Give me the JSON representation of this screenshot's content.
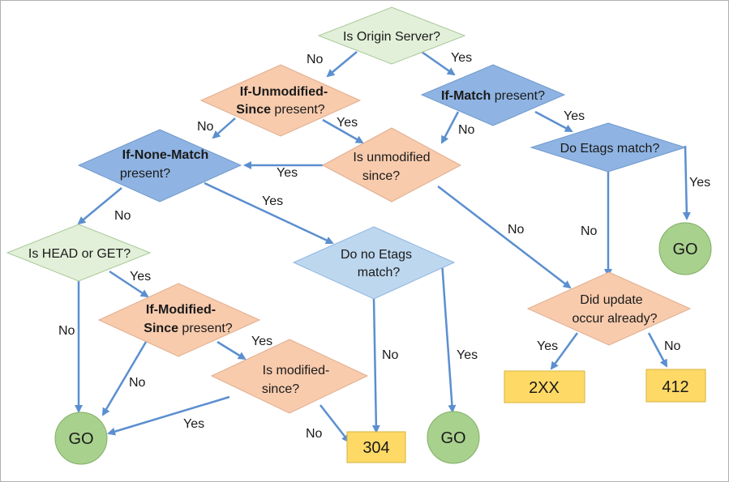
{
  "colors": {
    "green_diamond": "#e2f0d9",
    "blue_diamond": "#8fb4e3",
    "lightblue_diamond": "#bdd7ee",
    "orange_diamond": "#f8cbad",
    "go_circle": "#a9d18e",
    "result_box": "#ffd966",
    "arrow": "#5b8fcf"
  },
  "nodes": {
    "origin": {
      "line1": "Is Origin Server?"
    },
    "if_unmodified": {
      "bold1": "If-Unmodified-",
      "bold2": "Since",
      "rest2": " present?"
    },
    "if_match": {
      "bold1": "If-Match",
      "rest1": " present?"
    },
    "is_unmodified": {
      "line1": "Is unmodified",
      "line2": "since?"
    },
    "if_none_match": {
      "bold1": "If-None-Match",
      "line2": "present?"
    },
    "etags_match": {
      "line1": "Do Etags match?"
    },
    "head_get": {
      "line1": "Is HEAD or GET?"
    },
    "no_etags": {
      "line1": "Do no Etags",
      "line2": "match?"
    },
    "if_modified": {
      "bold1": "If-Modified-",
      "bold2": "Since",
      "rest2": " present?"
    },
    "did_update": {
      "line1": "Did update",
      "line2": "occur already?"
    },
    "is_modified": {
      "line1": "Is modified-",
      "line2": "since?"
    },
    "go_right": "GO",
    "go_left": "GO",
    "go_mid": "GO",
    "box_304": "304",
    "box_2xx": "2XX",
    "box_412": "412"
  },
  "edge_labels": {
    "origin_no": "No",
    "origin_yes": "Yes",
    "unmod_no": "No",
    "unmod_yes": "Yes",
    "ifmatch_no": "No",
    "ifmatch_yes": "Yes",
    "isunmod_yes": "Yes",
    "isunmod_no": "No",
    "etags_yes": "Yes",
    "etags_no": "No",
    "inm_no": "No",
    "inm_yes": "Yes",
    "headget_yes": "Yes",
    "headget_no": "No",
    "ifmod_no": "No",
    "ifmod_yes": "Yes",
    "ismod_yes": "Yes",
    "ismod_no": "No",
    "noetags_no": "No",
    "noetags_yes": "Yes",
    "didupdate_yes": "Yes",
    "didupdate_no": "No"
  }
}
